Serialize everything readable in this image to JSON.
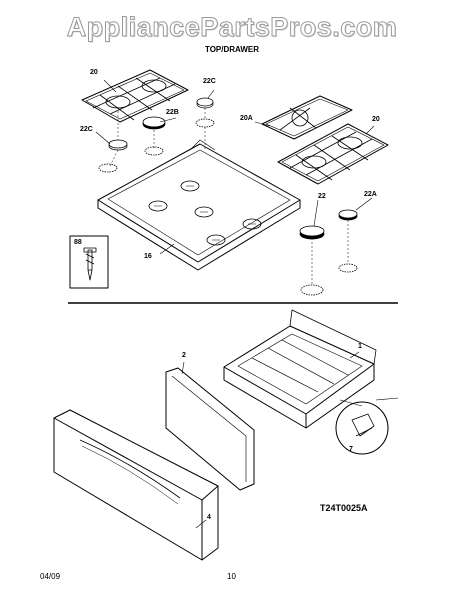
{
  "watermark": "AppliancePartsPros.com",
  "section_title": "TOP/DRAWER",
  "part_labels": {
    "p20_left": "20",
    "p22c_left": "22C",
    "p22b": "22B",
    "p22c_top": "22C",
    "p20a": "20A",
    "p20_right": "20",
    "p22": "22",
    "p22a": "22A",
    "p16": "16",
    "p88": "88",
    "p1": "1",
    "p2": "2",
    "p4": "4",
    "p7": "7"
  },
  "diagram_code": "T24T0025A",
  "footer": {
    "date": "04/09",
    "page": "10"
  }
}
